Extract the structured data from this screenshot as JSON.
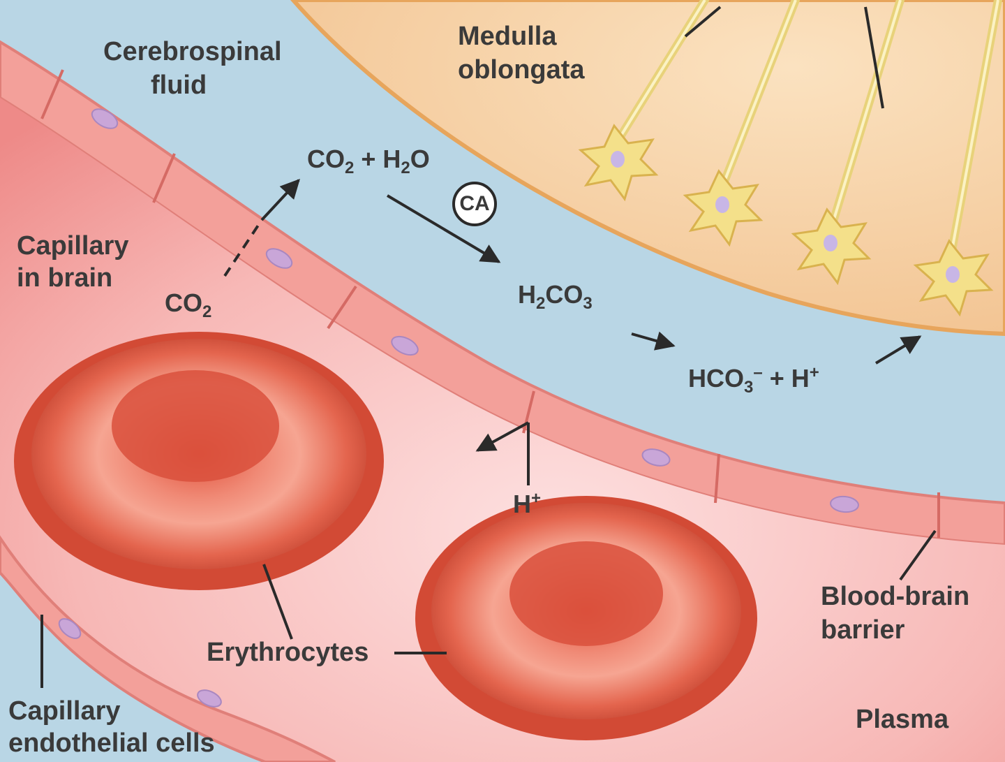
{
  "labels": {
    "csf_line1": "Cerebrospinal",
    "csf_line2": "fluid",
    "medulla_line1": "Medulla",
    "medulla_line2": "oblongata",
    "capillary_line1": "Capillary",
    "capillary_line2": "in brain",
    "bbb_line1": "Blood-brain",
    "bbb_line2": "barrier",
    "erythrocytes": "Erythrocytes",
    "endothelial_line1": "Capillary",
    "endothelial_line2": "endothelial cells",
    "plasma": "Plasma"
  },
  "reaction": {
    "co2_left": "CO",
    "co2_left_sub": "2",
    "eq1_co": "CO",
    "eq1_co_sub": "2",
    "eq1_plus_h": " + H",
    "eq1_h_sub": "2",
    "eq1_o": "O",
    "enzyme": "CA",
    "eq2_h": "H",
    "eq2_h_sub": "2",
    "eq2_co": "CO",
    "eq2_co_sub": "3",
    "eq3_hco": "HCO",
    "eq3_hco_sub": "3",
    "eq3_charge": "–",
    "eq3_plus_h": " + H",
    "eq3_h_sup": "+",
    "h_ion": "H",
    "h_ion_sup": "+"
  },
  "colors": {
    "csf": "#b8d4e3",
    "medulla": "#f5cfa3",
    "plasma": "#f3a8a8",
    "erythrocyte": "#e0503c",
    "endothelium": "#f08b86",
    "neuron": "#f3e48a",
    "text": "#3a3a3a"
  }
}
